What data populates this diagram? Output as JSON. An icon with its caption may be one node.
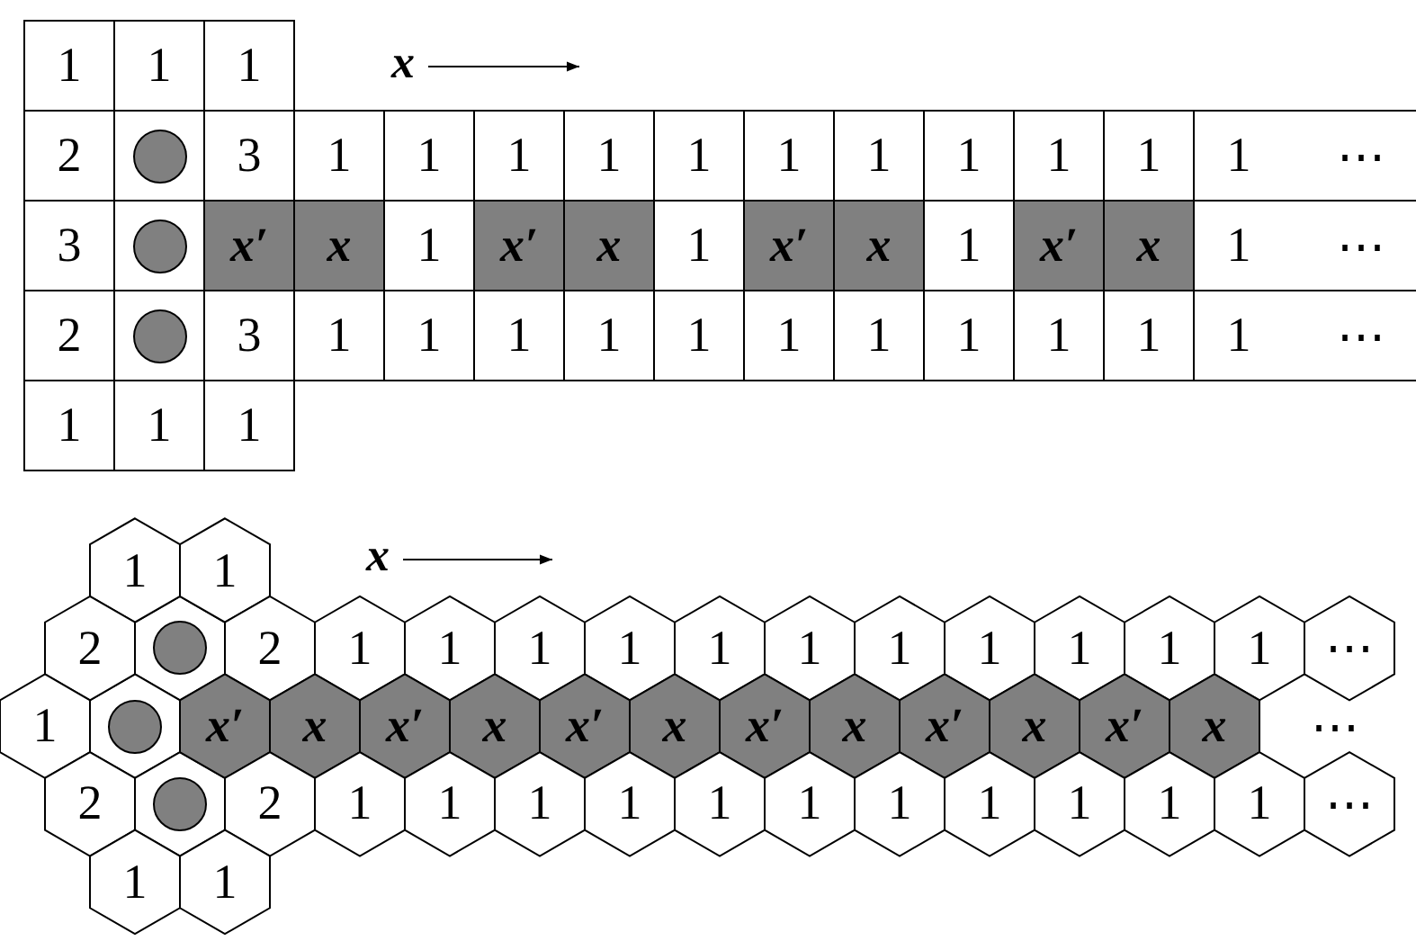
{
  "diagram": {
    "labels": [
      "1",
      "1",
      "1",
      "x",
      "2",
      "3",
      "1",
      "1",
      "1",
      "1",
      "1",
      "1",
      "1",
      "1",
      "1",
      "1",
      "1",
      "⋯",
      "3",
      "x′",
      "x",
      "1",
      "x′",
      "x",
      "1",
      "x′",
      "x",
      "1",
      "x′",
      "x",
      "1",
      "⋯",
      "2",
      "3",
      "1",
      "1",
      "1",
      "1",
      "1",
      "1",
      "1",
      "1",
      "1",
      "1",
      "1",
      "⋯",
      "1",
      "1",
      "1",
      "1",
      "1",
      "x",
      "2",
      "2",
      "1",
      "1",
      "1",
      "1",
      "1",
      "1",
      "1",
      "1",
      "1",
      "1",
      "1",
      "⋯",
      "1",
      "x′",
      "x",
      "x′",
      "x",
      "x′",
      "x",
      "x′",
      "x",
      "x′",
      "x",
      "x′",
      "x",
      "⋯",
      "2",
      "2",
      "1",
      "1",
      "1",
      "1",
      "1",
      "1",
      "1",
      "1",
      "1",
      "1",
      "1",
      "⋯",
      "1",
      "1"
    ]
  }
}
